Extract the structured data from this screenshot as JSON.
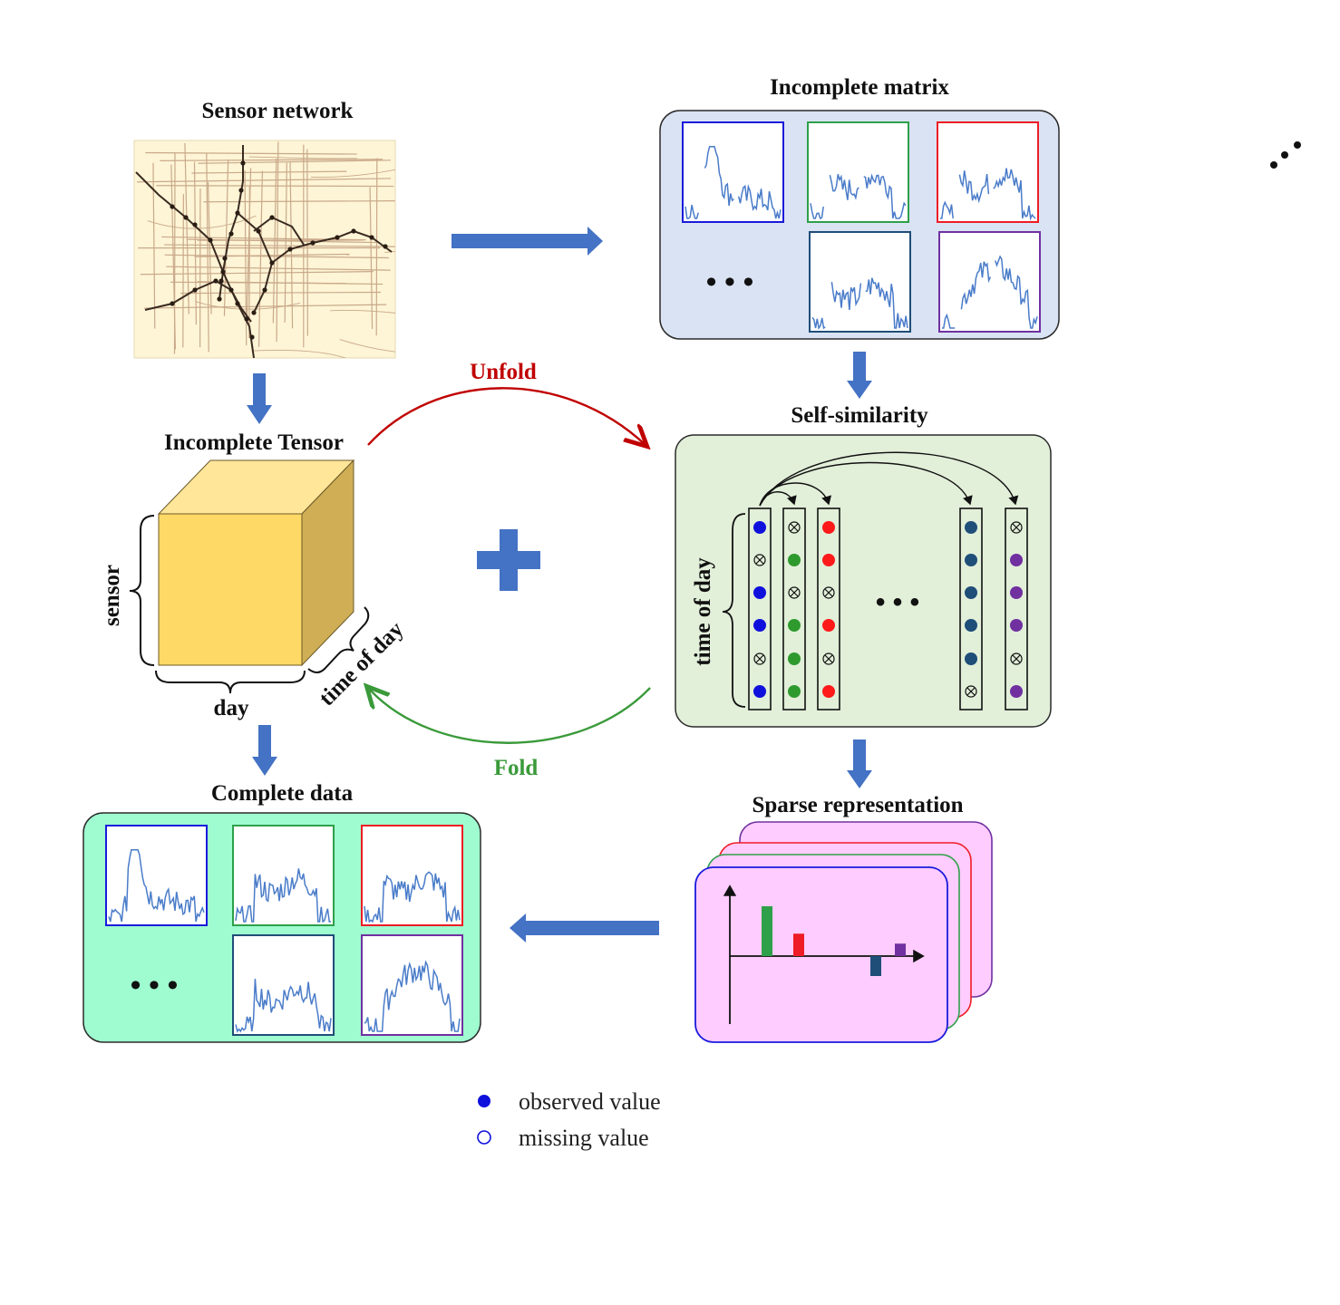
{
  "titles": {
    "sensor_network": "Sensor network",
    "incomplete_matrix": "Incomplete matrix",
    "incomplete_tensor": "Incomplete Tensor",
    "self_similarity": "Self-similarity",
    "complete_data": "Complete data",
    "sparse_representation": "Sparse representation"
  },
  "labels": {
    "unfold": "Unfold",
    "fold": "Fold",
    "sensor": "sensor",
    "day": "day",
    "time_of_day": "time of day",
    "ellipsis": "• • •"
  },
  "legend": {
    "observed": "observed value",
    "missing": "missing value"
  },
  "colors": {
    "arrow_blue": "#4472c4",
    "unfold_red": "#c00000",
    "fold_green": "#3a9a3a",
    "matrix_bg": "#dae3f3",
    "self_sim_bg": "#e2efd9",
    "complete_bg": "#9ffcd0",
    "sparse_bg": "#ffccff",
    "series_line": "#4a7cc9",
    "cube_front": "#ffd966",
    "cube_top": "#ffe699",
    "cube_side": "#cfae55",
    "col1_dot": "#1010dd",
    "col2_dot": "#2e9a2e",
    "col3_dot": "#ff1a1a",
    "col4_dot": "#1f4e79",
    "col5_dot": "#7030a0"
  },
  "self_similarity_columns": [
    {
      "color": "#1010dd",
      "cells": [
        "o",
        "m",
        "o",
        "o",
        "m",
        "o"
      ]
    },
    {
      "color": "#2e9a2e",
      "cells": [
        "m",
        "o",
        "m",
        "o",
        "o",
        "o"
      ]
    },
    {
      "color": "#ff1a1a",
      "cells": [
        "o",
        "o",
        "m",
        "o",
        "m",
        "o"
      ]
    },
    {
      "color": "#1f4e79",
      "cells": [
        "o",
        "o",
        "o",
        "o",
        "o",
        "m"
      ]
    },
    {
      "color": "#7030a0",
      "cells": [
        "m",
        "o",
        "o",
        "o",
        "m",
        "o"
      ]
    }
  ],
  "sparse_bars": [
    {
      "color": "#2ea04a",
      "value": 1.0
    },
    {
      "color": "#ee1c25",
      "value": 0.45
    },
    {
      "color": "#1f4e79",
      "value": -0.4
    },
    {
      "color": "#7030a0",
      "value": 0.25
    }
  ],
  "thumbnail_frames": {
    "incomplete_matrix": [
      "#1a1adc",
      "#2ea04a",
      "#ee1c25",
      "#1f4e79",
      "#7030a0"
    ],
    "complete_data": [
      "#1a1adc",
      "#2ea04a",
      "#ee1c25",
      "#1f4e79",
      "#7030a0"
    ]
  }
}
